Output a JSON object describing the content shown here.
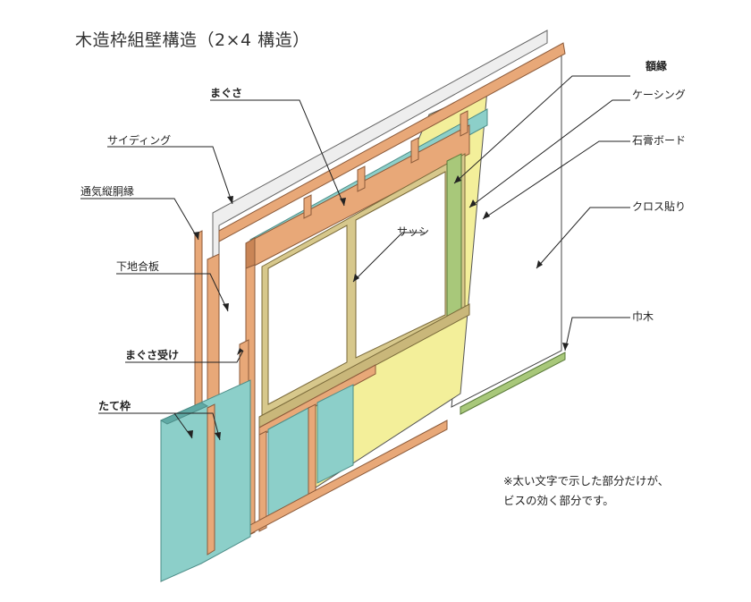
{
  "title": "木造枠組壁構造（2×4 構造）",
  "labels": {
    "gakubuchi": "額縁",
    "casing": "ケーシング",
    "gypsum": "石膏ボード",
    "cloth": "クロス貼り",
    "habaki": "巾木",
    "sash": "サッシ",
    "maguса": "まぐさ",
    "siding": "サイディング",
    "furring": "通気縦胴縁",
    "plywood": "下地合板",
    "lintel_support": "まぐさ受け",
    "stud": "たて枠"
  },
  "note": {
    "line1": "※太い文字で示した部分だけが、",
    "line2": "ビスの効く部分です。"
  },
  "colors": {
    "wood": "#e8a878",
    "wood_dark": "#c98556",
    "insulation": "#8ccfc9",
    "insulation_dark": "#5fa9a4",
    "gypsum": "#f3ef9a",
    "siding": "#eeeeee",
    "window_frame": "#c9b77a"
  }
}
